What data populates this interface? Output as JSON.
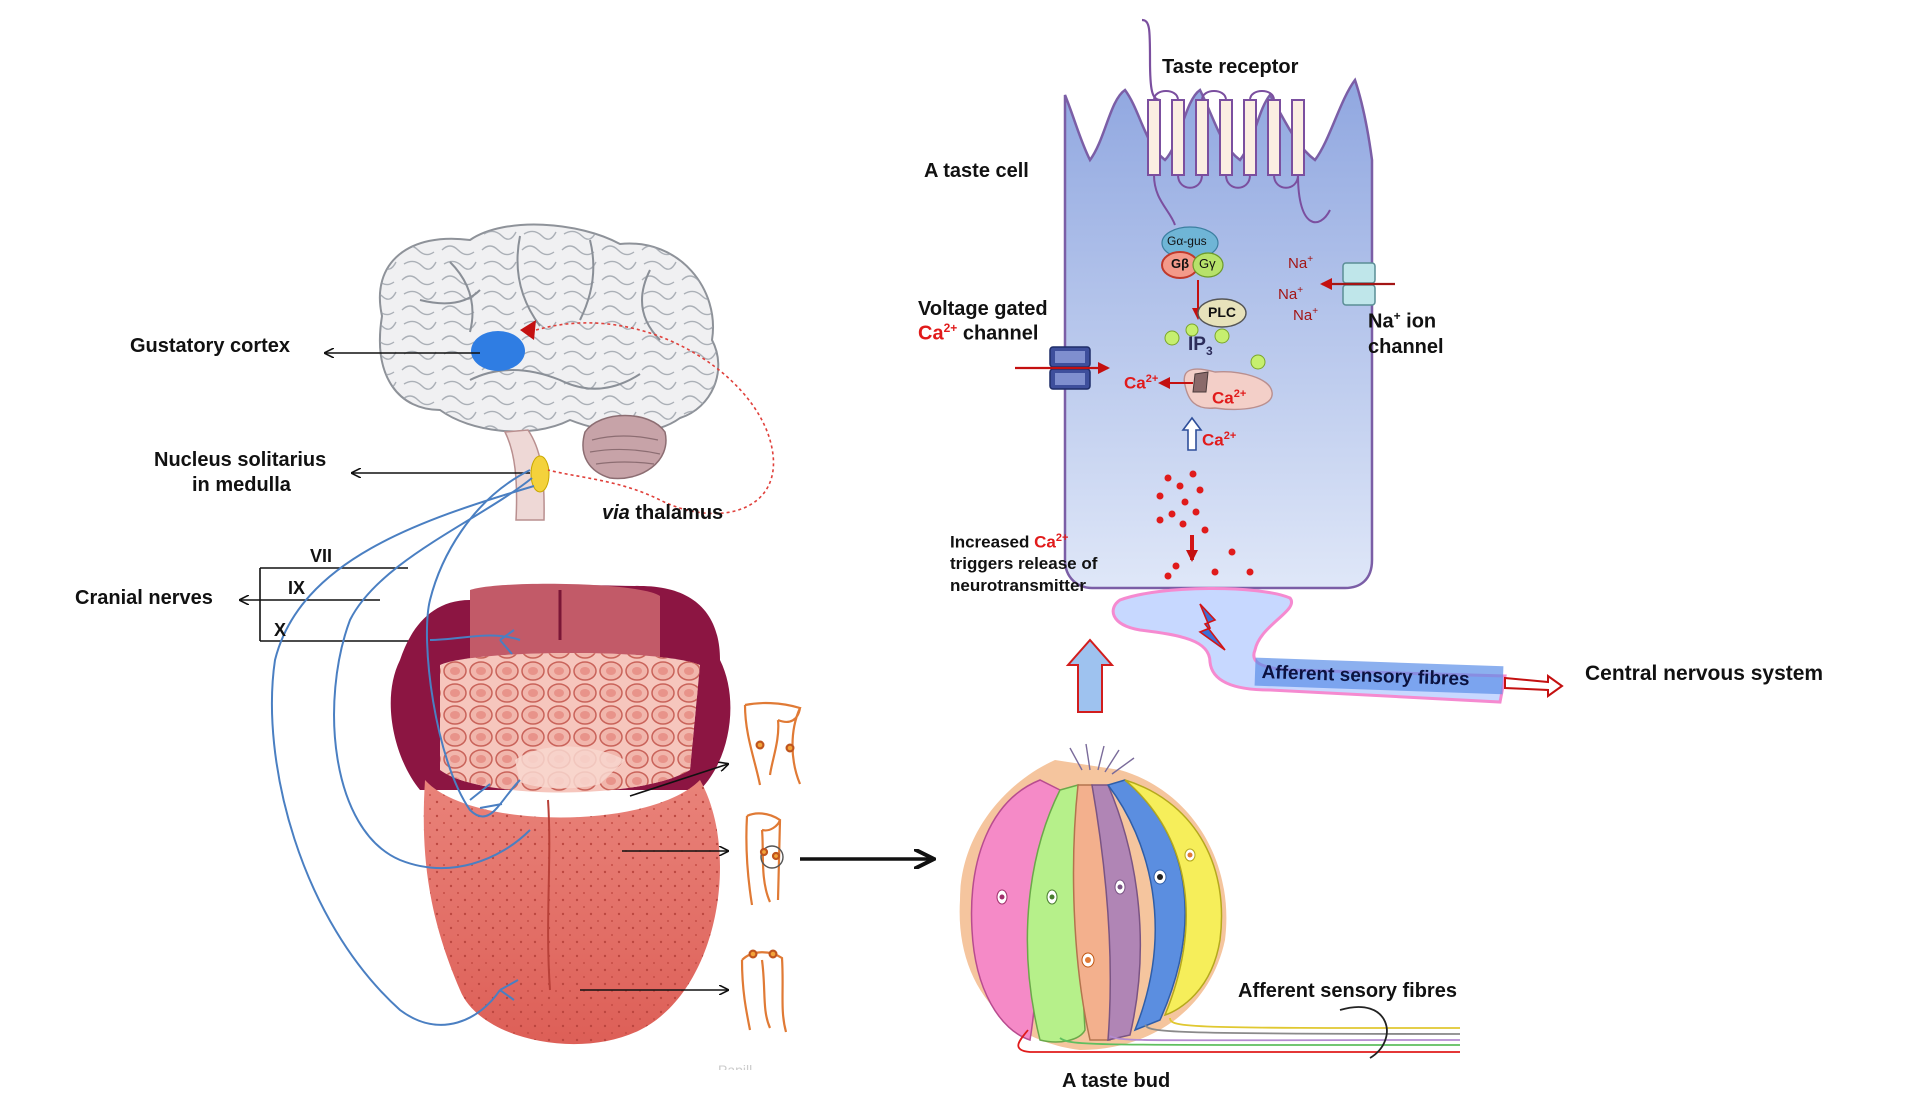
{
  "labels": {
    "gustatory_cortex": "Gustatory cortex",
    "nucleus_line1": "Nucleus solitarius",
    "nucleus_line2": "in medulla",
    "via": "via",
    "thalamus": " thalamus",
    "cranial_nerves": "Cranial nerves",
    "nerve_vii": "VII",
    "nerve_ix": "IX",
    "nerve_x": "X",
    "taste_receptor": "Taste receptor",
    "taste_cell": "A taste cell",
    "g_alpha": "Gα-gus",
    "g_beta": "Gβ",
    "g_gamma": "Gγ",
    "plc": "PLC",
    "ip3": "IP",
    "ip3_sub": "3",
    "na": "Na",
    "na_sup": "+",
    "na_channel_line1": "Na",
    "na_channel_line2": "ion",
    "na_channel_line3": "channel",
    "vg_line1": "Voltage gated",
    "vg_ca": "Ca",
    "vg_sup": "2+",
    "vg_line2": "channel",
    "ca": "Ca",
    "ca_sup": "2+",
    "increased": "Increased ",
    "inc_line2": "triggers release of",
    "inc_line3": "neurotransmitter",
    "afferent_bar": "Afferent sensory fibres",
    "central_nervous": "Central nervous system",
    "afferent_bud": "Afferent sensory fibres",
    "taste_bud": "A taste bud",
    "papillae_fragment": "Papill"
  },
  "colors": {
    "cell_fill": "#aebfe8",
    "cortex_blue": "#2f7de3",
    "nerve_blue": "#4a7fc2",
    "tongue": "#e36d63",
    "tongue_back": "#8c1542",
    "label_red": "#e11b1b",
    "arrow_dark_red": "#a31515"
  }
}
